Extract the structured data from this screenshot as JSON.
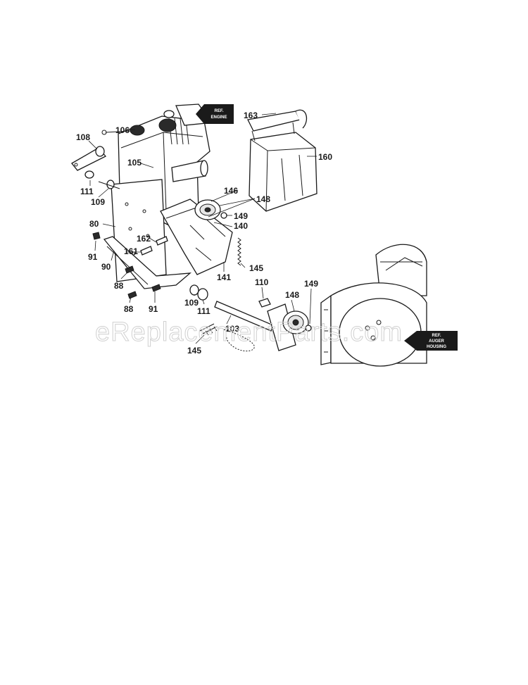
{
  "diagram": {
    "watermark": "eReplacementParts.com",
    "ref_boxes": {
      "engine": {
        "line1": "REF.",
        "line2": "ENGINE"
      },
      "auger_housing": {
        "line1": "REF.",
        "line2": "AUGER",
        "line3": "HOUSING"
      }
    },
    "labels": {
      "p163": "163",
      "p108": "108",
      "p106": "106",
      "p160": "160",
      "p105": "105",
      "p146": "146",
      "p148a": "148",
      "p111a": "111",
      "p109a": "109",
      "p149a": "149",
      "p80": "80",
      "p140": "140",
      "p162": "162",
      "p91a": "91",
      "p161": "161",
      "p145a": "145",
      "p90": "90",
      "p141": "141",
      "p110": "110",
      "p149b": "149",
      "p148b": "148",
      "p88a": "88",
      "p109b": "109",
      "p88b": "88",
      "p91b": "91",
      "p111b": "111",
      "p103": "103",
      "p145b": "145"
    }
  }
}
